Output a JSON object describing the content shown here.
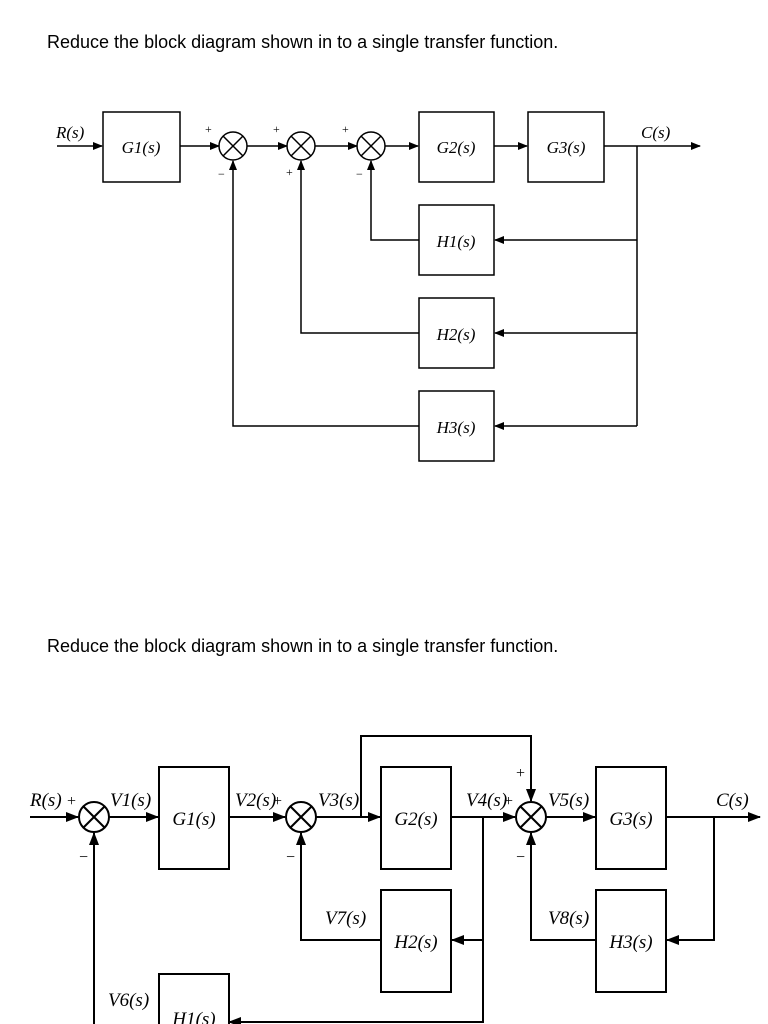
{
  "problems": [
    {
      "prompt": "Reduce the block diagram shown in to a single transfer function.",
      "input": "R(s)",
      "output": "C(s)",
      "forward_blocks": [
        "G1(s)",
        "G2(s)",
        "G3(s)"
      ],
      "feedback_blocks": [
        "H1(s)",
        "H2(s)",
        "H3(s)"
      ],
      "summing_junction_signs": [
        [
          "+",
          "−"
        ],
        [
          "+",
          "+"
        ],
        [
          "+",
          "−"
        ]
      ]
    },
    {
      "prompt": "Reduce the block diagram shown in to a single transfer function.",
      "input": "R(s)",
      "output": "C(s)",
      "forward_blocks": [
        "G1(s)",
        "G2(s)",
        "G3(s)"
      ],
      "feedback_blocks": [
        "H2(s)",
        "H3(s)",
        "H1(s)"
      ],
      "signals": [
        "V1(s)",
        "V2(s)",
        "V3(s)",
        "V4(s)",
        "V5(s)",
        "V6(s)",
        "V7(s)",
        "V8(s)"
      ],
      "summing_junction_signs": [
        [
          "+",
          "−"
        ],
        [
          "+",
          "−"
        ],
        [
          "+",
          "+",
          "−"
        ]
      ]
    }
  ]
}
